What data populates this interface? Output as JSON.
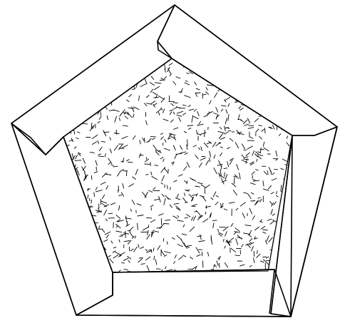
{
  "figure": {
    "shape": "pentagon",
    "strip_count": 5,
    "center_fill": "random-dash-texture",
    "colors": {
      "stroke": "#000000",
      "strip_fill": "#ffffff",
      "background": "#ffffff",
      "texture": "#000000"
    }
  }
}
